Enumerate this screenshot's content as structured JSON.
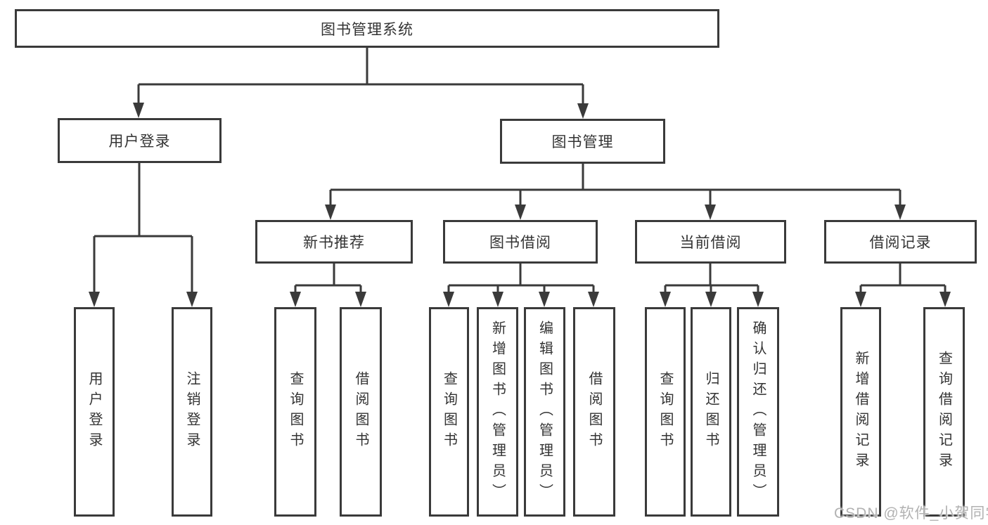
{
  "tree": {
    "label": "图书管理系统",
    "children": [
      {
        "label": "用户登录",
        "children": [
          {
            "label": "用户登录"
          },
          {
            "label": "注销登录"
          }
        ]
      },
      {
        "label": "图书管理",
        "children": [
          {
            "label": "新书推荐",
            "children": [
              {
                "label": "查询图书"
              },
              {
                "label": "借阅图书"
              }
            ]
          },
          {
            "label": "图书借阅",
            "children": [
              {
                "label": "查询图书"
              },
              {
                "label": "新增图书（管理员）"
              },
              {
                "label": "编辑图书（管理员）"
              },
              {
                "label": "借阅图书"
              }
            ]
          },
          {
            "label": "当前借阅",
            "children": [
              {
                "label": "查询图书"
              },
              {
                "label": "归还图书"
              },
              {
                "label": "确认归还（管理员）"
              }
            ]
          },
          {
            "label": "借阅记录",
            "children": [
              {
                "label": "新增借阅记录"
              },
              {
                "label": "查询借阅记录"
              }
            ]
          }
        ]
      }
    ]
  },
  "watermark": "CSDN @软件_小贺同学",
  "colors": {
    "line": "#3a3a3a",
    "text": "#333333",
    "box_background": "#ffffff",
    "watermark": "#b2b2b2"
  }
}
